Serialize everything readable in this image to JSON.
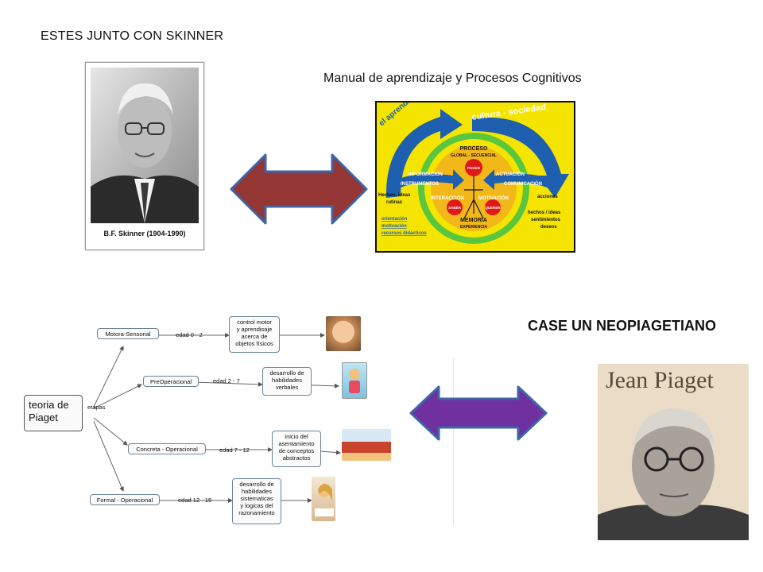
{
  "slide": {
    "title_skinner": "ESTES JUNTO CON SKINNER",
    "title_manual": "Manual de aprendizaje y Procesos Cognitivos",
    "title_case": "CASE UN NEOPIAGETIANO"
  },
  "skinner_image": {
    "caption": "B.F. Skinner (1904-1990)"
  },
  "piaget_image": {
    "name": "Jean Piaget"
  },
  "manual_diagram": {
    "banner_left": "el aprendizaje",
    "banner_right": "cultura - sociedad",
    "proceso": "PROCESO",
    "global": "GLOBAL - SECUENCIAL",
    "poder": "PODER",
    "informacion": "INFORMACIÓN",
    "instrumentos": "INSTRUMENTOS",
    "actuacion": "ACTUACIÓN",
    "comunicacion": "COMUNICACIÓN",
    "interaccion": "INTERACCIÓN",
    "motivacion": "MOTIVACIÓN",
    "saber": "SABER",
    "querer": "QUERER",
    "memoria": "MEMORIA",
    "experiencia": "EXPERIENCIA",
    "hechos_left_1": "Hechos, ideas",
    "hechos_left_2": "rutinas",
    "acciones": "acciones",
    "hechos_right_1": "hechos / ideas",
    "hechos_right_2": "sentimientos",
    "hechos_right_3": "deseos",
    "orientacion": "orientación",
    "motivacion_low": "motivación",
    "recursos": "recursos didácticos"
  },
  "concept_map": {
    "root_1": "teoria de",
    "root_2": "Piaget",
    "etapas": "etapas",
    "stages": [
      {
        "name": "Motora-Sensorial",
        "age": "edad 0 - 2",
        "desc": [
          "control motor",
          "y aprendisaje",
          "acerca de",
          "objetos físicos"
        ]
      },
      {
        "name": "PreOperacional",
        "age": "edad 2 - 7",
        "desc": [
          "desarrollo de",
          "habilidades",
          "verbales"
        ]
      },
      {
        "name": "Concreta - Operacional",
        "age": "edad 7 - 12",
        "desc": [
          "inicio del",
          "asentamiento",
          "de conceptos",
          "abstractos"
        ]
      },
      {
        "name": "Formal - Operacional",
        "age": "edad 12 - 15",
        "desc": [
          "desarrollo de",
          "habilidades",
          "sistematicas",
          "y logicas del",
          "razonamiento"
        ]
      }
    ]
  },
  "colors": {
    "arrow_top": "#943634",
    "arrow_bottom": "#7030a0",
    "arrow_border": "#3f64a8",
    "diagram_yellow": "#f4e400",
    "diagram_green": "#59c63e",
    "diagram_blue": "#1f5fb0",
    "diagram_red": "#e01818"
  }
}
